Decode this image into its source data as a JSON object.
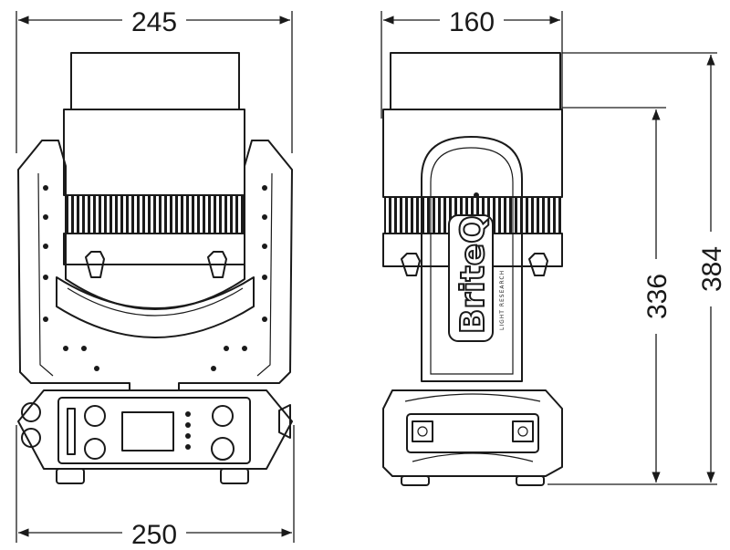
{
  "dimensions": {
    "front_top_width": "245",
    "front_bottom_width": "250",
    "side_width": "160",
    "yoke_height": "336",
    "total_height": "384"
  },
  "logo": {
    "text": "BriteQ",
    "subtext": "LIGHT RESEARCH"
  }
}
